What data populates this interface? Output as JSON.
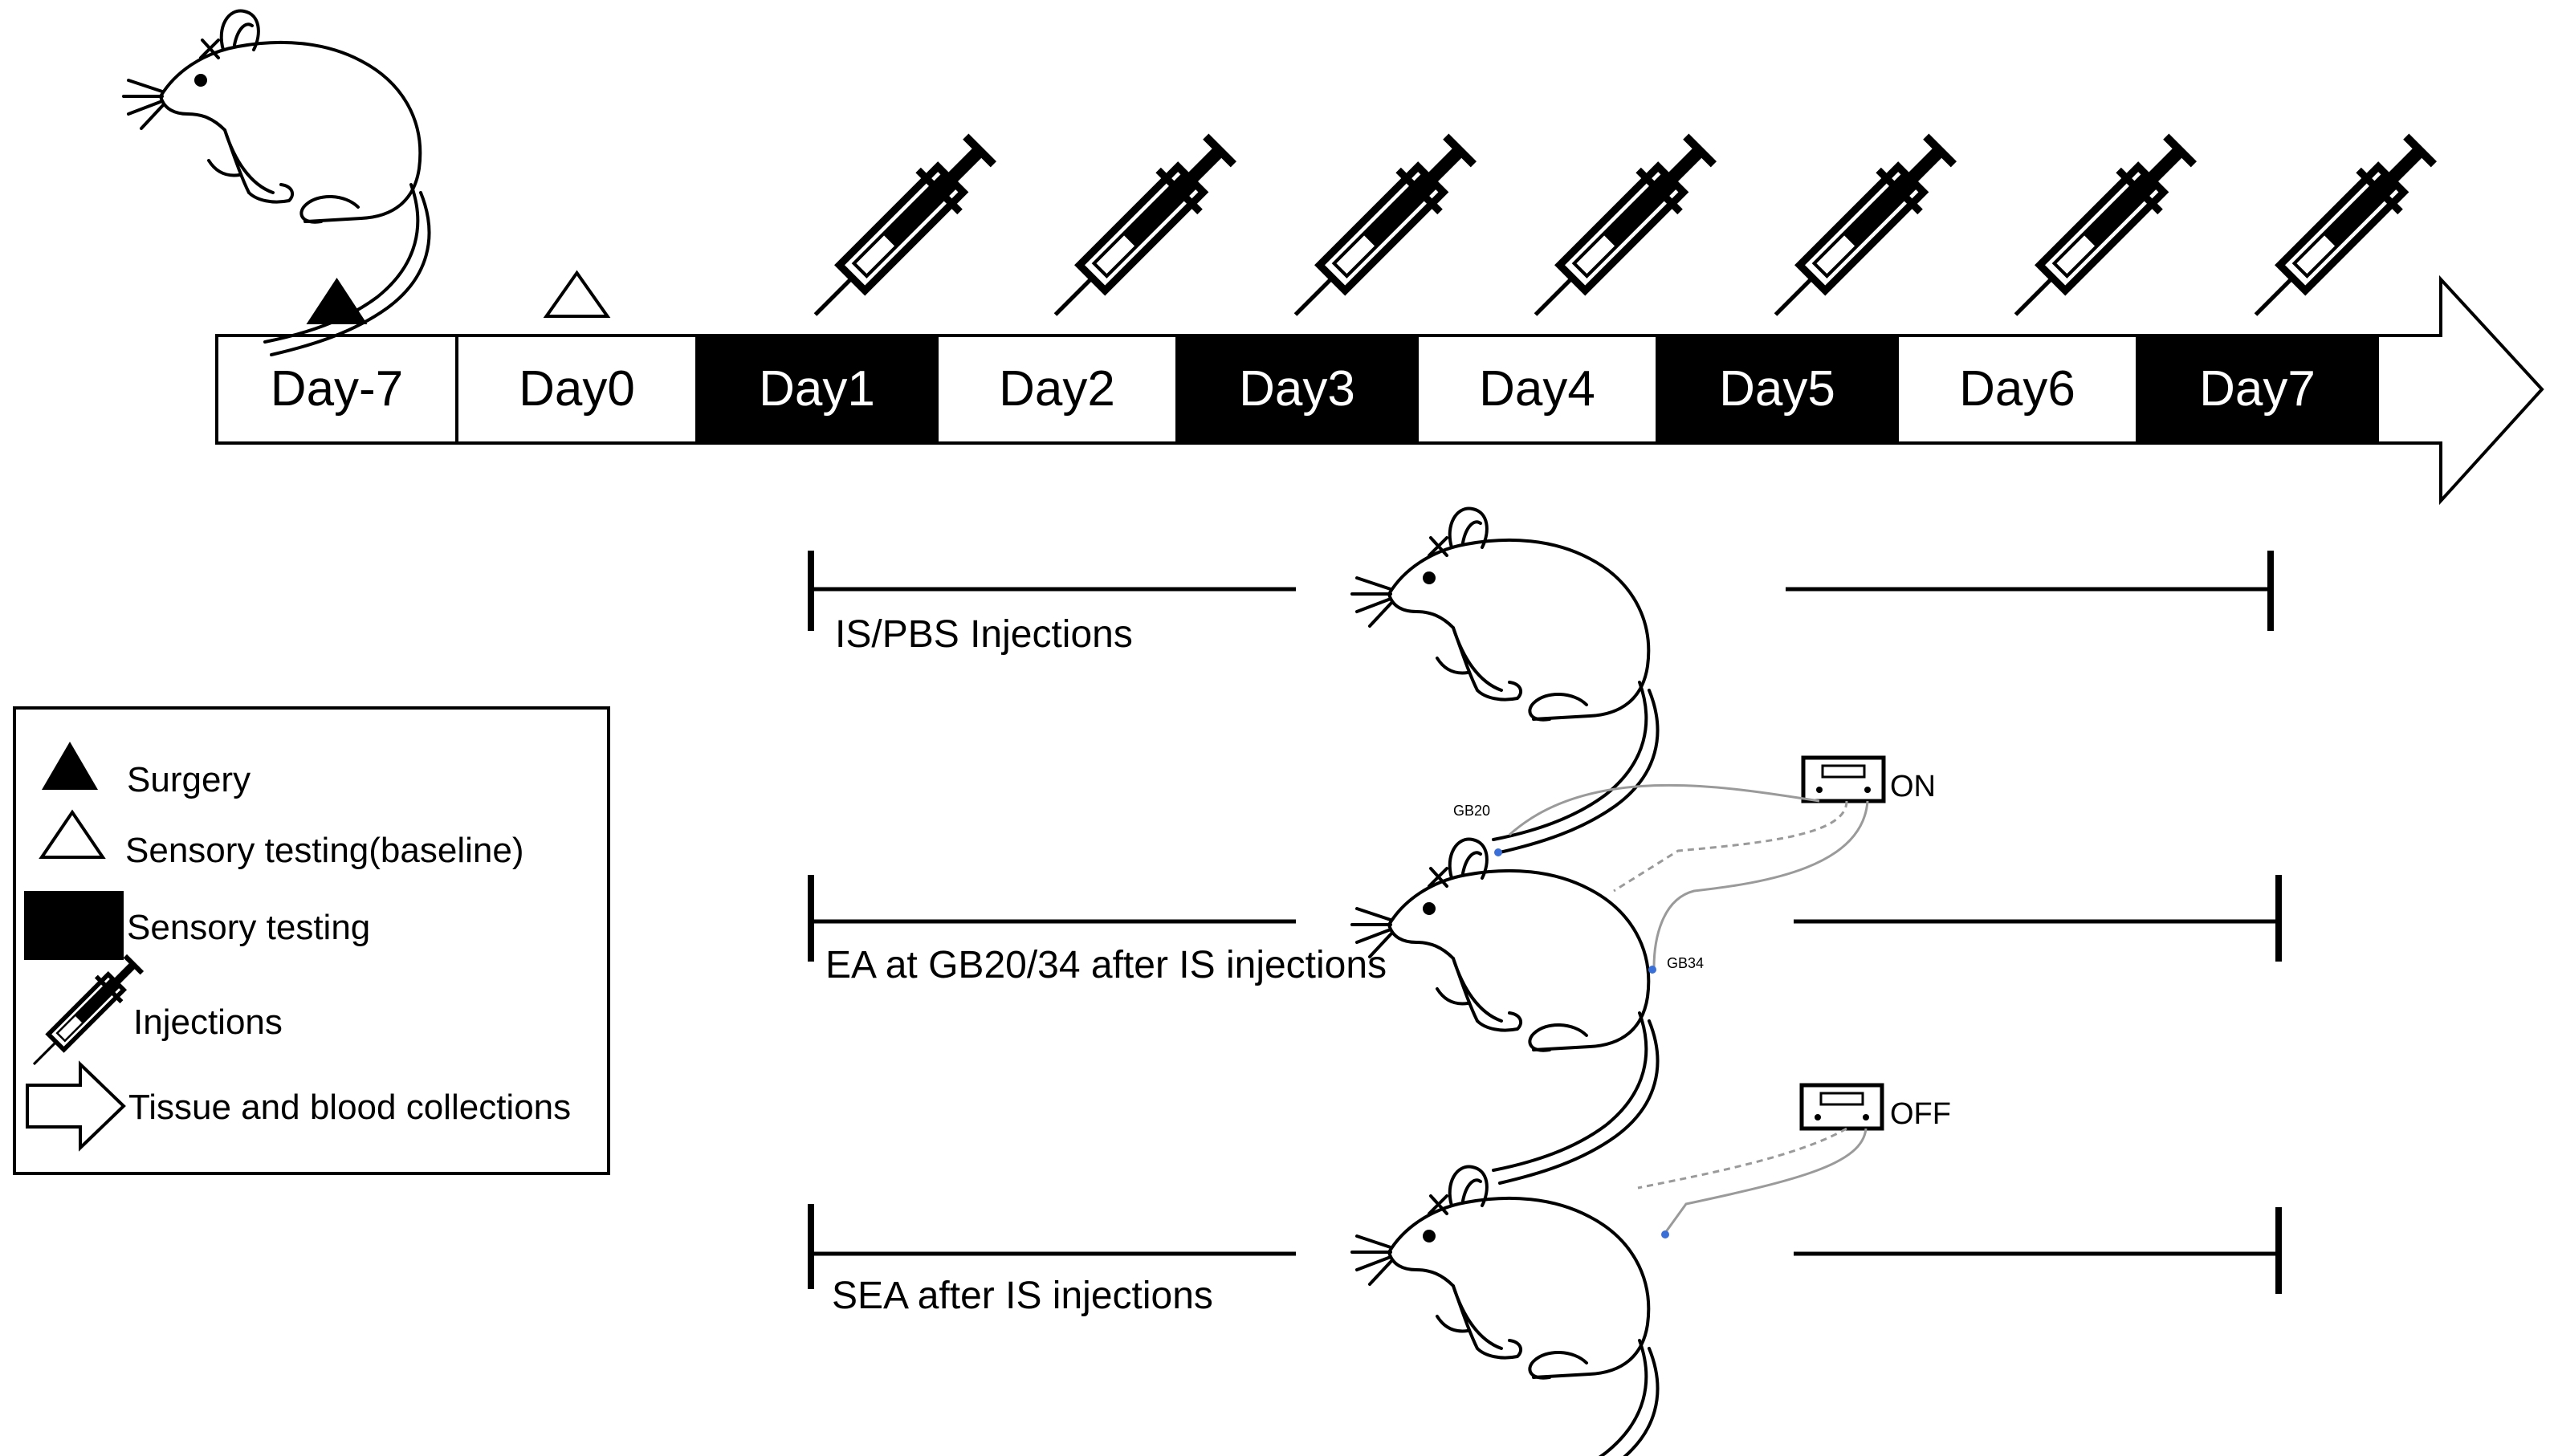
{
  "timeline": {
    "days": [
      {
        "label": "Day-7",
        "style": "white",
        "marker": "surgery",
        "syringe": false
      },
      {
        "label": "Day0",
        "style": "white",
        "marker": "baseline",
        "syringe": false
      },
      {
        "label": "Day1",
        "style": "black",
        "marker": "",
        "syringe": true
      },
      {
        "label": "Day2",
        "style": "white",
        "marker": "",
        "syringe": true
      },
      {
        "label": "Day3",
        "style": "black",
        "marker": "",
        "syringe": true
      },
      {
        "label": "Day4",
        "style": "white",
        "marker": "",
        "syringe": true
      },
      {
        "label": "Day5",
        "style": "black",
        "marker": "",
        "syringe": true
      },
      {
        "label": "Day6",
        "style": "white",
        "marker": "",
        "syringe": true
      },
      {
        "label": "Day7",
        "style": "black",
        "marker": "",
        "syringe": true
      }
    ]
  },
  "groups": [
    {
      "label": "IS/PBS Injections",
      "device": ""
    },
    {
      "label": "EA at GB20/34 after IS injections",
      "device": "ON",
      "acupoint_top": "GB20",
      "acupoint_side": "GB34"
    },
    {
      "label": "SEA after IS injections",
      "device": "OFF"
    }
  ],
  "legend": {
    "items": [
      {
        "icon": "filled-triangle-icon",
        "label": "Surgery"
      },
      {
        "icon": "open-triangle-icon",
        "label": "Sensory testing(baseline)"
      },
      {
        "icon": "black-box-icon",
        "label": "Sensory testing"
      },
      {
        "icon": "syringe-icon",
        "label": "Injections"
      },
      {
        "icon": "open-arrow-icon",
        "label": "Tissue and blood collections"
      }
    ]
  },
  "colors": {
    "ink": "#000000",
    "paper": "#ffffff",
    "wire": "#9a9a9a",
    "acupoint": "#3b6fd8"
  }
}
